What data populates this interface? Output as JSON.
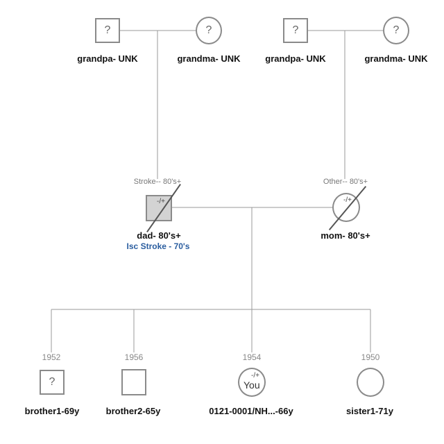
{
  "grandparents_paternal": {
    "grandpa": {
      "symbol": "?",
      "label": "grandpa- UNK"
    },
    "grandma": {
      "symbol": "?",
      "label": "grandma- UNK"
    }
  },
  "grandparents_maternal": {
    "grandpa": {
      "symbol": "?",
      "label": "grandpa- UNK"
    },
    "grandma": {
      "symbol": "?",
      "label": "grandma- UNK"
    }
  },
  "parents": {
    "dad": {
      "cause": "Stroke-- 80's+",
      "genotype": "-/+",
      "label": "dad- 80's+",
      "condition": "Isc Stroke - 70's"
    },
    "mom": {
      "cause": "Other-- 80's+",
      "genotype": "-/+",
      "label": "mom- 80's+"
    }
  },
  "children": [
    {
      "year": "1952",
      "symbol": "?",
      "label": "brother1-69y"
    },
    {
      "year": "1956",
      "symbol": "",
      "label": "brother2-65y"
    },
    {
      "year": "1954",
      "genotype": "-/+",
      "symbol": "You",
      "label": "0121-0001/NH...-66y"
    },
    {
      "year": "1950",
      "symbol": "",
      "label": "sister1-71y"
    }
  ],
  "colors": {
    "line": "#9a9a9a",
    "affected_fill": "#d3d3d3",
    "condition_text": "#2a5d9f"
  }
}
